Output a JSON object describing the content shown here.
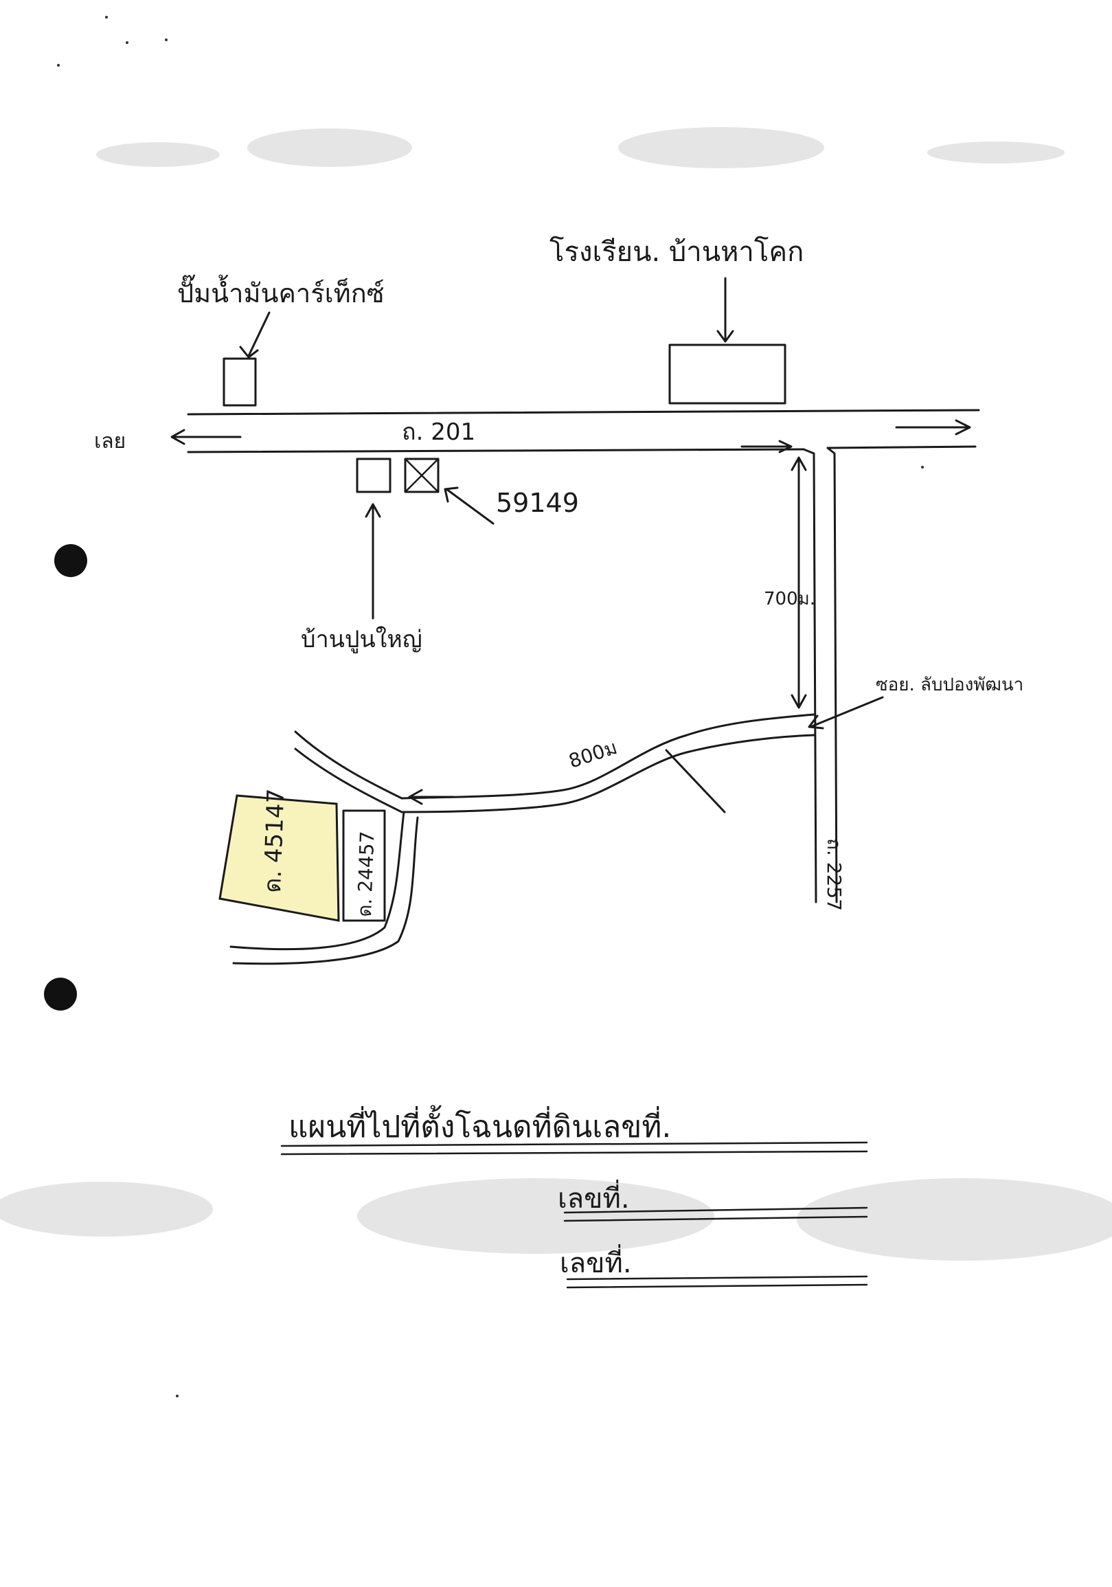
{
  "map": {
    "gas_station_label": "ปั๊มน้ำมันคาร์เท็กซ์",
    "school_label": "โรงเรียน. บ้านหาโคก",
    "west_direction_label": "เลย",
    "main_road_label": "ถ. 201",
    "building_marker_label": "59149",
    "village_label": "บ้านปูนใหญ่",
    "distance_north_south": "700ม.",
    "junction_label": "ซอย. ลับปองพัฒนา",
    "side_road_label": "ถ. 2257",
    "distance_lane": "800ม",
    "target_parcel_label": "ด. 45147",
    "neighbor_parcel_label": "ด. 24457",
    "target_parcel_color": "#f8f3bd"
  },
  "caption": {
    "title": "แผนที่ไปที่ตั้งโฉนดที่ดินเลขที่.",
    "number_line_1": "เลขที่.",
    "number_line_2": "เลขที่."
  }
}
